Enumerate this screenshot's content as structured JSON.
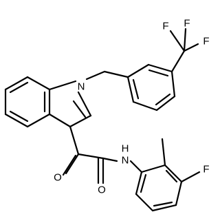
{
  "molecule": {
    "atoms": {
      "n1": "N",
      "o_ketone": "O",
      "o_amide": "O",
      "n_amide": "N",
      "h_amide": "H",
      "f_aryl": "F",
      "f_cf3_left": "F",
      "f_cf3_top": "F",
      "f_cf3_right": "F"
    }
  }
}
